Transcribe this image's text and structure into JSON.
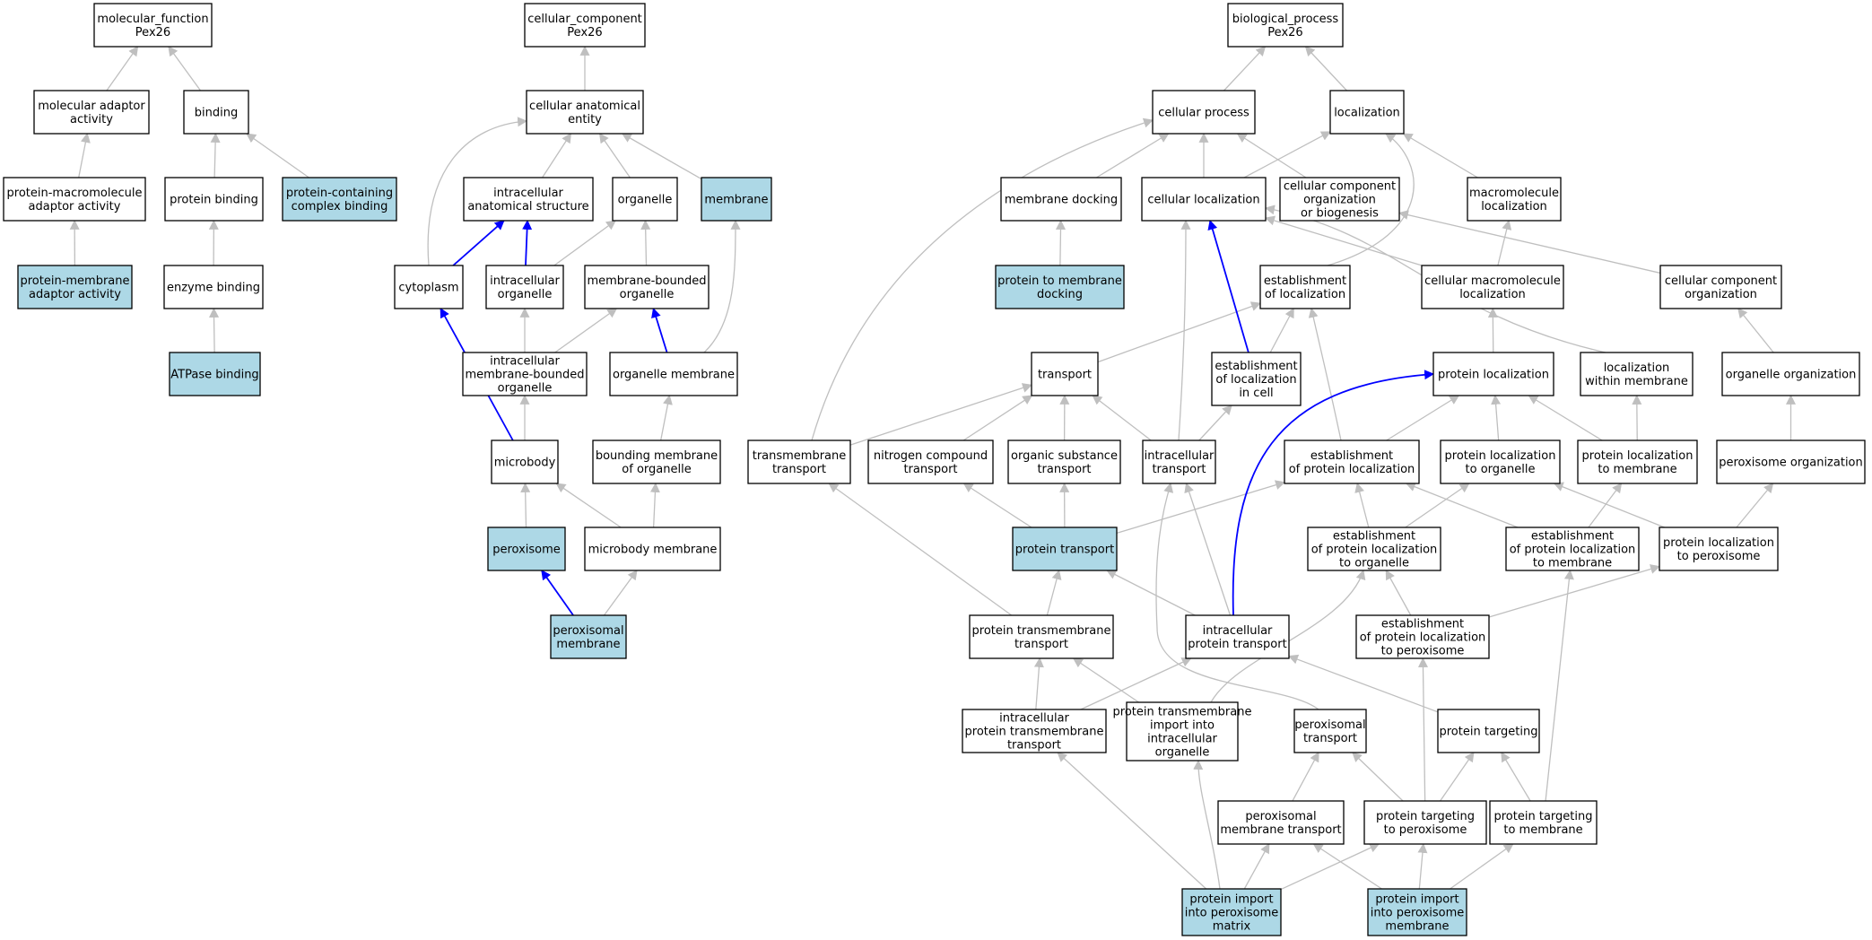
{
  "colors": {
    "highlight_fill": "#add8e6",
    "default_fill": "#ffffff",
    "gray_edge": "#bfbfbf",
    "blue_edge": "#0000ff"
  },
  "nodes": [
    {
      "id": "mf",
      "lines": [
        "molecular_function",
        "Pex26"
      ],
      "highlight": false
    },
    {
      "id": "mol_adaptor",
      "lines": [
        "molecular adaptor",
        "activity"
      ],
      "highlight": false
    },
    {
      "id": "binding",
      "lines": [
        "binding"
      ],
      "highlight": false
    },
    {
      "id": "prot_macro",
      "lines": [
        "protein-macromolecule",
        "adaptor activity"
      ],
      "highlight": false
    },
    {
      "id": "prot_binding",
      "lines": [
        "protein binding"
      ],
      "highlight": false
    },
    {
      "id": "prot_complex",
      "lines": [
        "protein-containing",
        "complex binding"
      ],
      "highlight": true
    },
    {
      "id": "prot_mem_adaptor",
      "lines": [
        "protein-membrane",
        "adaptor activity"
      ],
      "highlight": true
    },
    {
      "id": "enzyme_binding",
      "lines": [
        "enzyme binding"
      ],
      "highlight": false
    },
    {
      "id": "atpase",
      "lines": [
        "ATPase binding"
      ],
      "highlight": true
    },
    {
      "id": "cc",
      "lines": [
        "cellular_component",
        "Pex26"
      ],
      "highlight": false
    },
    {
      "id": "cae",
      "lines": [
        "cellular anatomical",
        "entity"
      ],
      "highlight": false
    },
    {
      "id": "ias",
      "lines": [
        "intracellular",
        "anatomical structure"
      ],
      "highlight": false
    },
    {
      "id": "organelle",
      "lines": [
        "organelle"
      ],
      "highlight": false
    },
    {
      "id": "membrane",
      "lines": [
        "membrane"
      ],
      "highlight": true
    },
    {
      "id": "cytoplasm",
      "lines": [
        "cytoplasm"
      ],
      "highlight": false
    },
    {
      "id": "ic_organelle",
      "lines": [
        "intracellular",
        "organelle"
      ],
      "highlight": false
    },
    {
      "id": "mb_organelle",
      "lines": [
        "membrane-bounded",
        "organelle"
      ],
      "highlight": false
    },
    {
      "id": "icmb_organelle",
      "lines": [
        "intracellular",
        "membrane-bounded",
        "organelle"
      ],
      "highlight": false
    },
    {
      "id": "org_membrane",
      "lines": [
        "organelle membrane"
      ],
      "highlight": false
    },
    {
      "id": "microbody",
      "lines": [
        "microbody"
      ],
      "highlight": false
    },
    {
      "id": "bound_mem",
      "lines": [
        "bounding membrane",
        "of organelle"
      ],
      "highlight": false
    },
    {
      "id": "peroxisome",
      "lines": [
        "peroxisome"
      ],
      "highlight": true
    },
    {
      "id": "microbody_mem",
      "lines": [
        "microbody membrane"
      ],
      "highlight": false
    },
    {
      "id": "perox_mem",
      "lines": [
        "peroxisomal",
        "membrane"
      ],
      "highlight": true
    },
    {
      "id": "bp",
      "lines": [
        "biological_process",
        "Pex26"
      ],
      "highlight": false
    },
    {
      "id": "cell_proc",
      "lines": [
        "cellular process"
      ],
      "highlight": false
    },
    {
      "id": "localization",
      "lines": [
        "localization"
      ],
      "highlight": false
    },
    {
      "id": "mem_docking",
      "lines": [
        "membrane docking"
      ],
      "highlight": false
    },
    {
      "id": "cell_loc",
      "lines": [
        "cellular localization"
      ],
      "highlight": false
    },
    {
      "id": "ccob",
      "lines": [
        "cellular component",
        "organization",
        "or biogenesis"
      ],
      "highlight": false
    },
    {
      "id": "macro_loc",
      "lines": [
        "macromolecule",
        "localization"
      ],
      "highlight": false
    },
    {
      "id": "prot_to_mem_dock",
      "lines": [
        "protein to membrane",
        "docking"
      ],
      "highlight": true
    },
    {
      "id": "est_loc",
      "lines": [
        "establishment",
        "of localization"
      ],
      "highlight": false
    },
    {
      "id": "cell_macro_loc",
      "lines": [
        "cellular macromolecule",
        "localization"
      ],
      "highlight": false
    },
    {
      "id": "cc_org",
      "lines": [
        "cellular component",
        "organization"
      ],
      "highlight": false
    },
    {
      "id": "transport",
      "lines": [
        "transport"
      ],
      "highlight": false
    },
    {
      "id": "est_loc_cell",
      "lines": [
        "establishment",
        "of localization",
        "in cell"
      ],
      "highlight": false
    },
    {
      "id": "prot_loc",
      "lines": [
        "protein localization"
      ],
      "highlight": false
    },
    {
      "id": "loc_within_mem",
      "lines": [
        "localization",
        "within membrane"
      ],
      "highlight": false
    },
    {
      "id": "org_org",
      "lines": [
        "organelle organization"
      ],
      "highlight": false
    },
    {
      "id": "tm_transport",
      "lines": [
        "transmembrane",
        "transport"
      ],
      "highlight": false
    },
    {
      "id": "nitro_transport",
      "lines": [
        "nitrogen compound",
        "transport"
      ],
      "highlight": false
    },
    {
      "id": "organic_transport",
      "lines": [
        "organic substance",
        "transport"
      ],
      "highlight": false
    },
    {
      "id": "ic_transport",
      "lines": [
        "intracellular",
        "transport"
      ],
      "highlight": false
    },
    {
      "id": "est_prot_loc",
      "lines": [
        "establishment",
        "of protein localization"
      ],
      "highlight": false
    },
    {
      "id": "prot_loc_org",
      "lines": [
        "protein localization",
        "to organelle"
      ],
      "highlight": false
    },
    {
      "id": "prot_loc_mem",
      "lines": [
        "protein localization",
        "to membrane"
      ],
      "highlight": false
    },
    {
      "id": "perox_org",
      "lines": [
        "peroxisome organization"
      ],
      "highlight": false
    },
    {
      "id": "prot_transport",
      "lines": [
        "protein transport"
      ],
      "highlight": true
    },
    {
      "id": "est_prot_loc_org",
      "lines": [
        "establishment",
        "of protein localization",
        "to organelle"
      ],
      "highlight": false
    },
    {
      "id": "est_prot_loc_mem",
      "lines": [
        "establishment",
        "of protein localization",
        "to membrane"
      ],
      "highlight": false
    },
    {
      "id": "prot_loc_perox",
      "lines": [
        "protein localization",
        "to peroxisome"
      ],
      "highlight": false
    },
    {
      "id": "prot_tm_transport",
      "lines": [
        "protein transmembrane",
        "transport"
      ],
      "highlight": false
    },
    {
      "id": "ic_prot_transport",
      "lines": [
        "intracellular",
        "protein transport"
      ],
      "highlight": false
    },
    {
      "id": "est_prot_loc_perox",
      "lines": [
        "establishment",
        "of protein localization",
        "to peroxisome"
      ],
      "highlight": false
    },
    {
      "id": "ic_prot_tm_transport",
      "lines": [
        "intracellular",
        "protein transmembrane",
        "transport"
      ],
      "highlight": false
    },
    {
      "id": "prot_tm_import",
      "lines": [
        "protein transmembrane",
        "import into",
        "intracellular",
        "organelle"
      ],
      "highlight": false
    },
    {
      "id": "perox_transport",
      "lines": [
        "peroxisomal",
        "transport"
      ],
      "highlight": false
    },
    {
      "id": "prot_targeting",
      "lines": [
        "protein targeting"
      ],
      "highlight": false
    },
    {
      "id": "perox_mem_transport",
      "lines": [
        "peroxisomal",
        "membrane transport"
      ],
      "highlight": false
    },
    {
      "id": "prot_target_perox",
      "lines": [
        "protein targeting",
        "to peroxisome"
      ],
      "highlight": false
    },
    {
      "id": "prot_target_mem",
      "lines": [
        "protein targeting",
        "to membrane"
      ],
      "highlight": false
    },
    {
      "id": "import_matrix",
      "lines": [
        "protein import",
        "into peroxisome",
        "matrix"
      ],
      "highlight": true
    },
    {
      "id": "import_membrane",
      "lines": [
        "protein import",
        "into peroxisome",
        "membrane"
      ],
      "highlight": true
    }
  ],
  "edges": [
    {
      "from": "mol_adaptor",
      "to": "mf",
      "color": "gray"
    },
    {
      "from": "binding",
      "to": "mf",
      "color": "gray"
    },
    {
      "from": "prot_macro",
      "to": "mol_adaptor",
      "color": "gray"
    },
    {
      "from": "prot_binding",
      "to": "binding",
      "color": "gray"
    },
    {
      "from": "prot_complex",
      "to": "binding",
      "color": "gray"
    },
    {
      "from": "prot_mem_adaptor",
      "to": "prot_macro",
      "color": "gray"
    },
    {
      "from": "enzyme_binding",
      "to": "prot_binding",
      "color": "gray"
    },
    {
      "from": "atpase",
      "to": "enzyme_binding",
      "color": "gray"
    },
    {
      "from": "cae",
      "to": "cc",
      "color": "gray"
    },
    {
      "from": "ias",
      "to": "cae",
      "color": "gray"
    },
    {
      "from": "organelle",
      "to": "cae",
      "color": "gray"
    },
    {
      "from": "membrane",
      "to": "cae",
      "color": "gray"
    },
    {
      "from": "cytoplasm",
      "to": "cae",
      "color": "gray"
    },
    {
      "from": "cytoplasm",
      "to": "ias",
      "color": "blue"
    },
    {
      "from": "ic_organelle",
      "to": "ias",
      "color": "blue"
    },
    {
      "from": "ic_organelle",
      "to": "organelle",
      "color": "gray"
    },
    {
      "from": "mb_organelle",
      "to": "organelle",
      "color": "gray"
    },
    {
      "from": "icmb_organelle",
      "to": "ic_organelle",
      "color": "gray"
    },
    {
      "from": "icmb_organelle",
      "to": "mb_organelle",
      "color": "gray"
    },
    {
      "from": "org_membrane",
      "to": "mb_organelle",
      "color": "blue"
    },
    {
      "from": "org_membrane",
      "to": "membrane",
      "color": "gray"
    },
    {
      "from": "microbody",
      "to": "icmb_organelle",
      "color": "gray"
    },
    {
      "from": "microbody",
      "to": "cytoplasm",
      "color": "blue"
    },
    {
      "from": "bound_mem",
      "to": "org_membrane",
      "color": "gray"
    },
    {
      "from": "peroxisome",
      "to": "microbody",
      "color": "gray"
    },
    {
      "from": "microbody_mem",
      "to": "microbody",
      "color": "gray"
    },
    {
      "from": "microbody_mem",
      "to": "bound_mem",
      "color": "gray"
    },
    {
      "from": "perox_mem",
      "to": "peroxisome",
      "color": "blue"
    },
    {
      "from": "perox_mem",
      "to": "microbody_mem",
      "color": "gray"
    },
    {
      "from": "cell_proc",
      "to": "bp",
      "color": "gray"
    },
    {
      "from": "localization",
      "to": "bp",
      "color": "gray"
    },
    {
      "from": "mem_docking",
      "to": "cell_proc",
      "color": "gray"
    },
    {
      "from": "cell_loc",
      "to": "cell_proc",
      "color": "gray"
    },
    {
      "from": "cell_loc",
      "to": "localization",
      "color": "gray"
    },
    {
      "from": "ccob",
      "to": "cell_proc",
      "color": "gray"
    },
    {
      "from": "macro_loc",
      "to": "localization",
      "color": "gray"
    },
    {
      "from": "tm_transport",
      "to": "cell_proc",
      "color": "gray"
    },
    {
      "from": "prot_to_mem_dock",
      "to": "mem_docking",
      "color": "gray"
    },
    {
      "from": "est_loc",
      "to": "localization",
      "color": "gray"
    },
    {
      "from": "cell_macro_loc",
      "to": "cell_loc",
      "color": "gray"
    },
    {
      "from": "cell_macro_loc",
      "to": "macro_loc",
      "color": "gray"
    },
    {
      "from": "cc_org",
      "to": "ccob",
      "color": "gray"
    },
    {
      "from": "loc_within_mem",
      "to": "cell_loc",
      "color": "gray"
    },
    {
      "from": "transport",
      "to": "est_loc",
      "color": "gray"
    },
    {
      "from": "est_loc_cell",
      "to": "est_loc",
      "color": "gray"
    },
    {
      "from": "est_loc_cell",
      "to": "cell_loc",
      "color": "blue"
    },
    {
      "from": "prot_loc",
      "to": "cell_macro_loc",
      "color": "gray"
    },
    {
      "from": "org_org",
      "to": "cc_org",
      "color": "gray"
    },
    {
      "from": "tm_transport",
      "to": "transport",
      "color": "gray"
    },
    {
      "from": "nitro_transport",
      "to": "transport",
      "color": "gray"
    },
    {
      "from": "organic_transport",
      "to": "transport",
      "color": "gray"
    },
    {
      "from": "ic_transport",
      "to": "transport",
      "color": "gray"
    },
    {
      "from": "ic_transport",
      "to": "est_loc_cell",
      "color": "gray"
    },
    {
      "from": "ic_transport",
      "to": "cell_loc",
      "color": "gray"
    },
    {
      "from": "est_prot_loc",
      "to": "prot_loc",
      "color": "gray"
    },
    {
      "from": "est_prot_loc",
      "to": "est_loc",
      "color": "gray"
    },
    {
      "from": "prot_loc_org",
      "to": "prot_loc",
      "color": "gray"
    },
    {
      "from": "prot_loc_mem",
      "to": "prot_loc",
      "color": "gray"
    },
    {
      "from": "prot_loc_mem",
      "to": "loc_within_mem",
      "color": "gray"
    },
    {
      "from": "perox_org",
      "to": "org_org",
      "color": "gray"
    },
    {
      "from": "prot_transport",
      "to": "nitro_transport",
      "color": "gray"
    },
    {
      "from": "prot_transport",
      "to": "organic_transport",
      "color": "gray"
    },
    {
      "from": "prot_transport",
      "to": "est_prot_loc",
      "color": "gray"
    },
    {
      "from": "est_prot_loc_org",
      "to": "est_prot_loc",
      "color": "gray"
    },
    {
      "from": "est_prot_loc_org",
      "to": "prot_loc_org",
      "color": "gray"
    },
    {
      "from": "est_prot_loc_mem",
      "to": "est_prot_loc",
      "color": "gray"
    },
    {
      "from": "est_prot_loc_mem",
      "to": "prot_loc_mem",
      "color": "gray"
    },
    {
      "from": "prot_loc_perox",
      "to": "prot_loc_org",
      "color": "gray"
    },
    {
      "from": "prot_loc_perox",
      "to": "perox_org",
      "color": "gray"
    },
    {
      "from": "prot_tm_transport",
      "to": "tm_transport",
      "color": "gray"
    },
    {
      "from": "prot_tm_transport",
      "to": "prot_transport",
      "color": "gray"
    },
    {
      "from": "ic_prot_transport",
      "to": "prot_transport",
      "color": "gray"
    },
    {
      "from": "ic_prot_transport",
      "to": "ic_transport",
      "color": "gray"
    },
    {
      "from": "ic_prot_transport",
      "to": "prot_loc",
      "color": "blue"
    },
    {
      "from": "est_prot_loc_perox",
      "to": "est_prot_loc_org",
      "color": "gray"
    },
    {
      "from": "est_prot_loc_perox",
      "to": "prot_loc_perox",
      "color": "gray"
    },
    {
      "from": "ic_prot_tm_transport",
      "to": "prot_tm_transport",
      "color": "gray"
    },
    {
      "from": "ic_prot_tm_transport",
      "to": "ic_prot_transport",
      "color": "gray"
    },
    {
      "from": "prot_tm_import",
      "to": "prot_tm_transport",
      "color": "gray"
    },
    {
      "from": "prot_tm_import",
      "to": "est_prot_loc_org",
      "color": "gray"
    },
    {
      "from": "perox_transport",
      "to": "ic_transport",
      "color": "gray"
    },
    {
      "from": "prot_targeting",
      "to": "ic_prot_transport",
      "color": "gray"
    },
    {
      "from": "perox_mem_transport",
      "to": "perox_transport",
      "color": "gray"
    },
    {
      "from": "prot_target_perox",
      "to": "perox_transport",
      "color": "gray"
    },
    {
      "from": "prot_target_perox",
      "to": "prot_targeting",
      "color": "gray"
    },
    {
      "from": "prot_target_perox",
      "to": "est_prot_loc_perox",
      "color": "gray"
    },
    {
      "from": "prot_target_mem",
      "to": "prot_targeting",
      "color": "gray"
    },
    {
      "from": "prot_target_mem",
      "to": "est_prot_loc_mem",
      "color": "gray"
    },
    {
      "from": "import_matrix",
      "to": "ic_prot_tm_transport",
      "color": "gray"
    },
    {
      "from": "import_matrix",
      "to": "prot_tm_import",
      "color": "gray"
    },
    {
      "from": "import_matrix",
      "to": "perox_mem_transport",
      "color": "gray"
    },
    {
      "from": "import_matrix",
      "to": "prot_target_perox",
      "color": "gray"
    },
    {
      "from": "import_membrane",
      "to": "perox_mem_transport",
      "color": "gray"
    },
    {
      "from": "import_membrane",
      "to": "prot_target_perox",
      "color": "gray"
    },
    {
      "from": "import_membrane",
      "to": "prot_target_mem",
      "color": "gray"
    }
  ]
}
